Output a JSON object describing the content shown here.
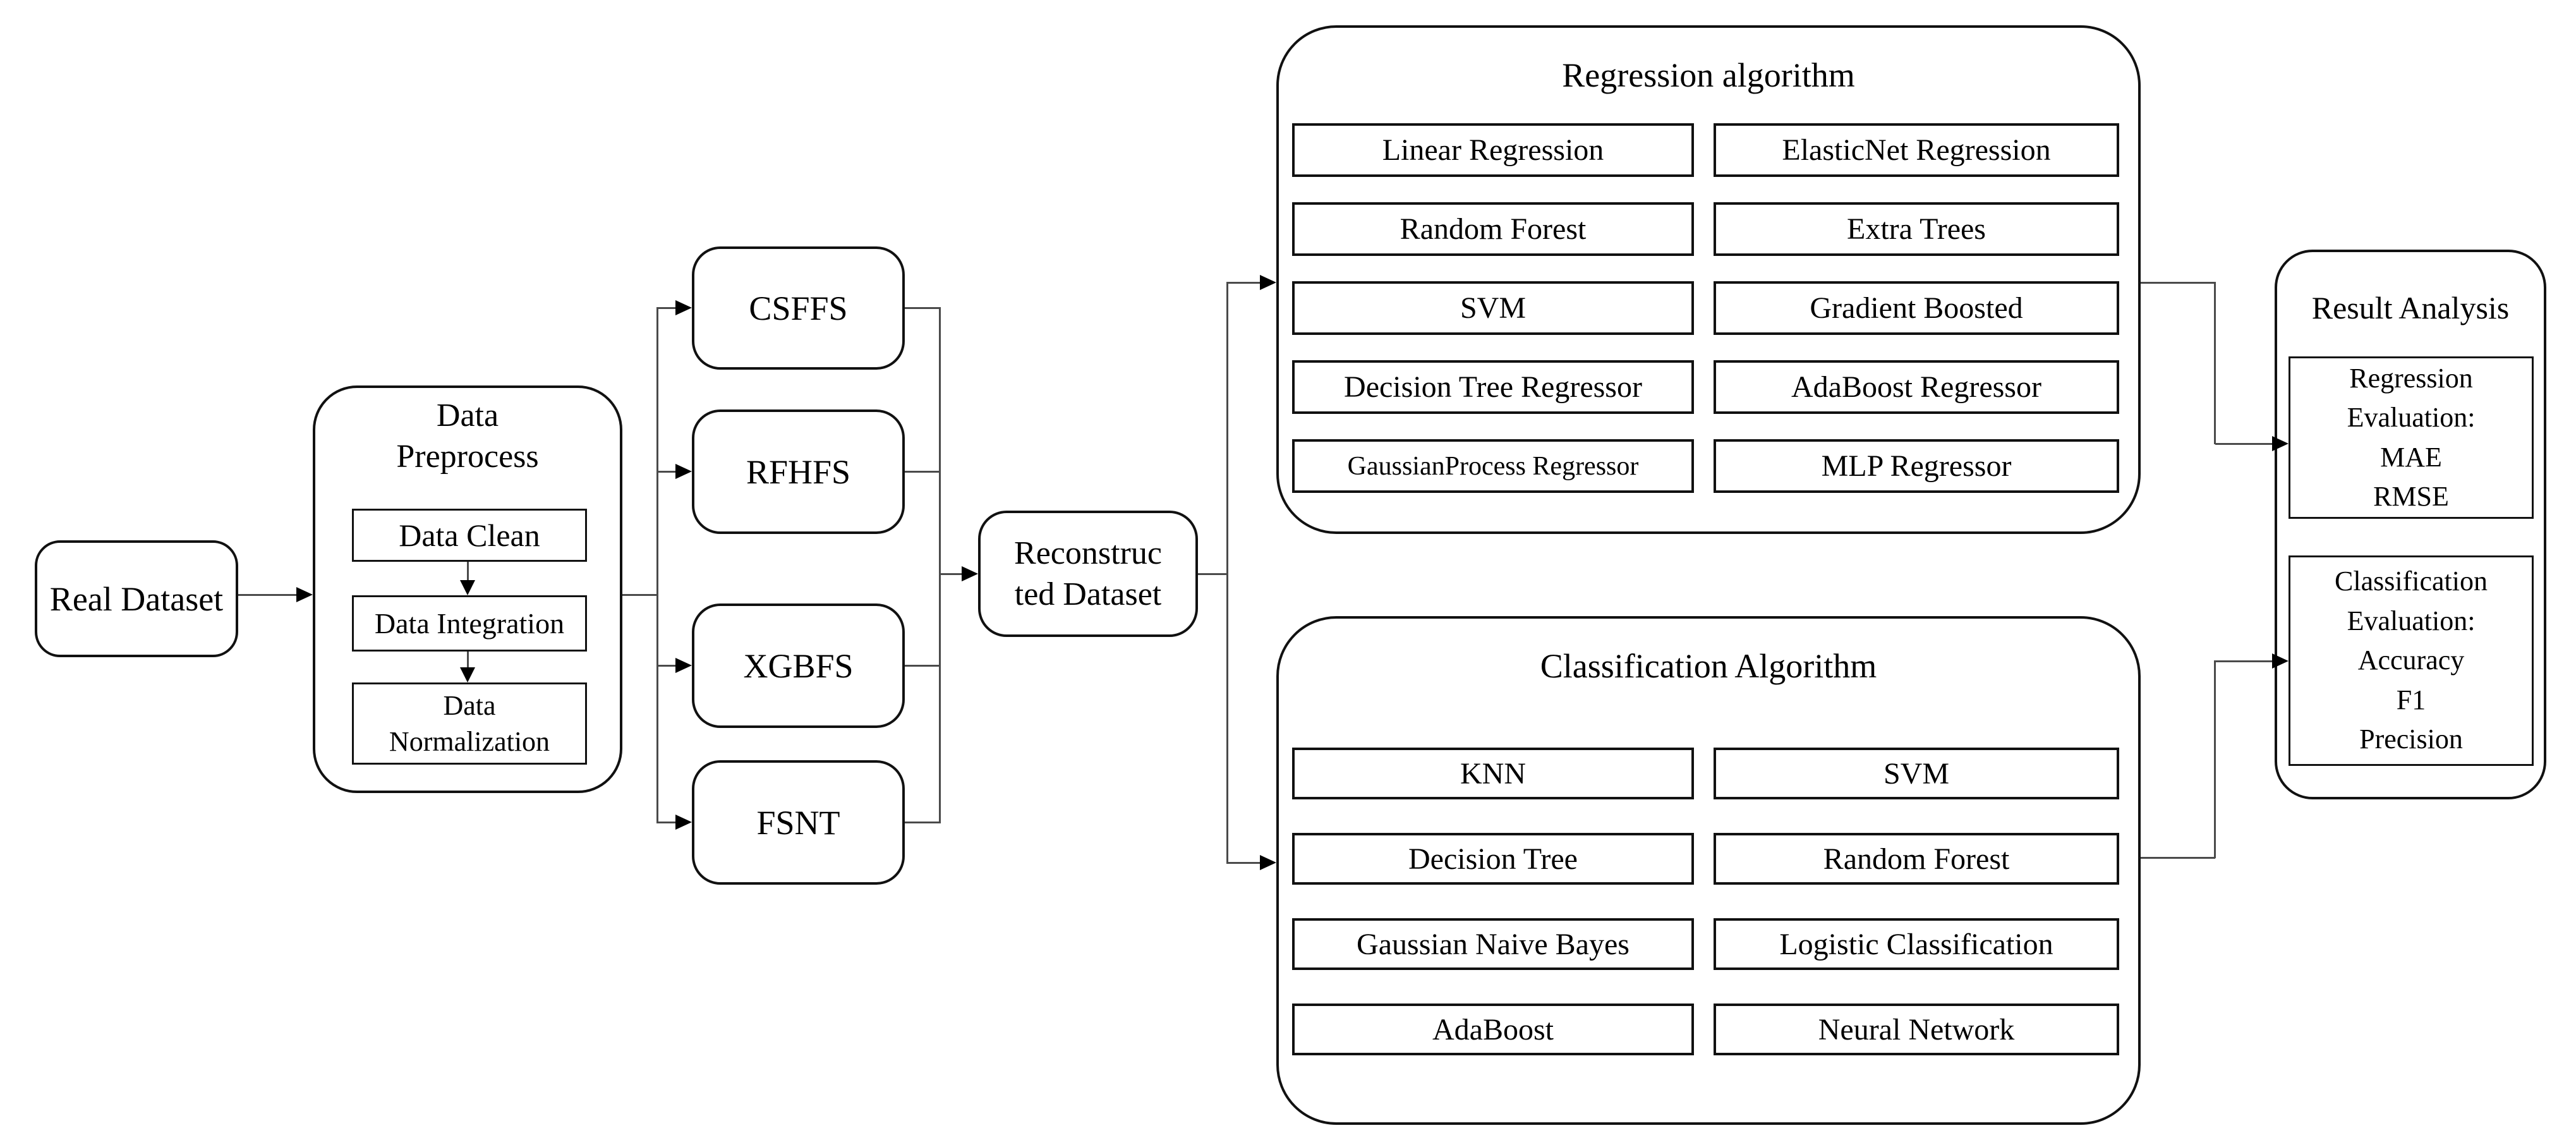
{
  "nodes": {
    "real_dataset": {
      "label": "Real Dataset"
    },
    "data_preprocess": {
      "title_lines": [
        "Data",
        "Preprocess"
      ],
      "steps": [
        [
          "Data Clean"
        ],
        [
          "Data Integration"
        ],
        [
          "Data",
          "Normalization"
        ]
      ]
    },
    "feature_selection_methods": [
      "CSFFS",
      "RFHFS",
      "XGBFS",
      "FSNT"
    ],
    "reconstructed_dataset": {
      "lines": [
        "Reconstruc",
        "ted Dataset"
      ]
    },
    "regression": {
      "title": "Regression algorithm",
      "algorithms": [
        "Linear Regression",
        "ElasticNet Regression",
        "Random Forest",
        "Extra Trees",
        "SVM",
        "Gradient Boosted",
        "Decision Tree Regressor",
        "AdaBoost Regressor",
        "GaussianProcess Regressor",
        "MLP Regressor"
      ]
    },
    "classification": {
      "title": "Classification Algorithm",
      "algorithms": [
        "KNN",
        "SVM",
        "Decision Tree",
        "Random Forest",
        "Gaussian Naive Bayes",
        "Logistic Classification",
        "AdaBoost",
        "Neural Network"
      ]
    },
    "result_analysis": {
      "title": "Result Analysis",
      "regression_evaluation_lines": [
        "Regression",
        "Evaluation:",
        "MAE",
        "RMSE"
      ],
      "classification_evaluation_lines": [
        "Classification",
        "Evaluation:",
        "Accuracy",
        "F1",
        "Precision"
      ]
    }
  },
  "colors": {
    "background": "#ffffff",
    "box_border": "#111111",
    "connector_line": "#4a4a4a",
    "arrowhead": "#000000",
    "text": "#000000"
  }
}
